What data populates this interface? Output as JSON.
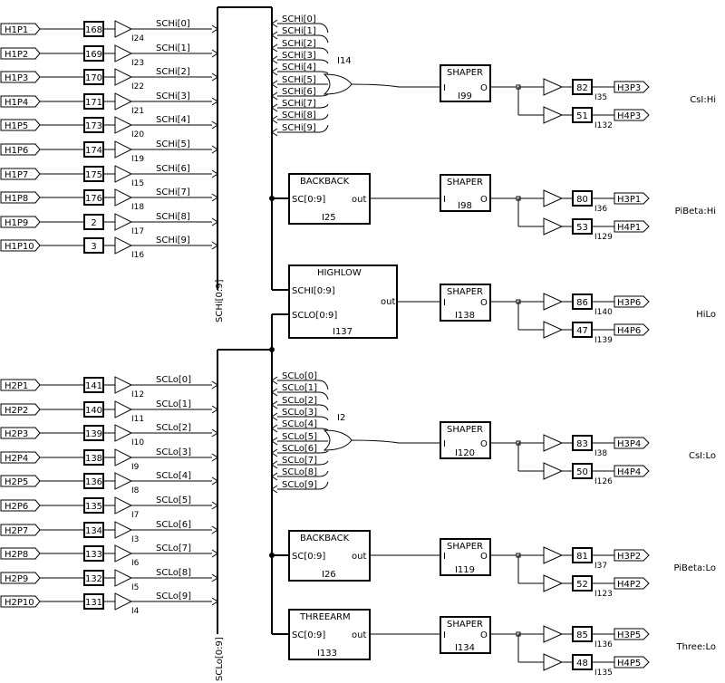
{
  "schematic": {
    "hi_inputs": [
      {
        "port": "H1P1",
        "num": "168",
        "inst": "I24",
        "net": "SCHi[0]"
      },
      {
        "port": "H1P2",
        "num": "169",
        "inst": "I23",
        "net": "SCHi[1]"
      },
      {
        "port": "H1P3",
        "num": "170",
        "inst": "I22",
        "net": "SCHi[2]"
      },
      {
        "port": "H1P4",
        "num": "171",
        "inst": "I21",
        "net": "SCHi[3]"
      },
      {
        "port": "H1P5",
        "num": "173",
        "inst": "I20",
        "net": "SCHi[4]"
      },
      {
        "port": "H1P6",
        "num": "174",
        "inst": "I19",
        "net": "SCHi[5]"
      },
      {
        "port": "H1P7",
        "num": "175",
        "inst": "I15",
        "net": "SCHi[6]"
      },
      {
        "port": "H1P8",
        "num": "176",
        "inst": "I18",
        "net": "SCHi[7]"
      },
      {
        "port": "H1P9",
        "num": "2",
        "inst": "I17",
        "net": "SCHi[8]"
      },
      {
        "port": "H1P10",
        "num": "3",
        "inst": "I16",
        "net": "SCHi[9]"
      }
    ],
    "lo_inputs": [
      {
        "port": "H2P1",
        "num": "141",
        "inst": "I12",
        "net": "SCLo[0]"
      },
      {
        "port": "H2P2",
        "num": "140",
        "inst": "I11",
        "net": "SCLo[1]"
      },
      {
        "port": "H2P3",
        "num": "139",
        "inst": "I10",
        "net": "SCLo[2]"
      },
      {
        "port": "H2P4",
        "num": "138",
        "inst": "I9",
        "net": "SCLo[3]"
      },
      {
        "port": "H2P5",
        "num": "136",
        "inst": "I8",
        "net": "SCLo[4]"
      },
      {
        "port": "H2P6",
        "num": "135",
        "inst": "I7",
        "net": "SCLo[5]"
      },
      {
        "port": "H2P7",
        "num": "134",
        "inst": "I3",
        "net": "SCLo[6]"
      },
      {
        "port": "H2P8",
        "num": "133",
        "inst": "I6",
        "net": "SCLo[7]"
      },
      {
        "port": "H2P9",
        "num": "132",
        "inst": "I5",
        "net": "SCLo[8]"
      },
      {
        "port": "H2P10",
        "num": "131",
        "inst": "I4",
        "net": "SCLo[9]"
      }
    ],
    "hi_bus_label": "SCHi[0:9]",
    "lo_bus_label": "SCLo[0:9]",
    "or_hi": {
      "inst": "I14",
      "nets": [
        "SCHi[0]",
        "SCHi[1]",
        "SCHi[2]",
        "SCHi[3]",
        "SCHi[4]",
        "SCHi[5]",
        "SCHi[6]",
        "SCHi[7]",
        "SCHi[8]",
        "SCHi[9]"
      ]
    },
    "or_lo": {
      "inst": "I2",
      "nets": [
        "SCLo[0]",
        "SCLo[1]",
        "SCLo[2]",
        "SCLo[3]",
        "SCLo[4]",
        "SCLo[5]",
        "SCLo[6]",
        "SCLo[7]",
        "SCLo[8]",
        "SCLo[9]"
      ]
    },
    "backback_hi": {
      "title": "BACKBACK",
      "pin_in": "SC[0:9]",
      "pin_out": "out",
      "inst": "I25"
    },
    "highlow": {
      "title": "HIGHLOW",
      "pin_in1": "SCHI[0:9]",
      "pin_in2": "SCLO[0:9]",
      "pin_out": "out",
      "inst": "I137"
    },
    "backback_lo": {
      "title": "BACKBACK",
      "pin_in": "SC[0:9]",
      "pin_out": "out",
      "inst": "I26"
    },
    "threearm": {
      "title": "THREEARM",
      "pin_in": "SC[0:9]",
      "pin_out": "out",
      "inst": "I133"
    },
    "shaper_title": "SHAPER",
    "shaper_pin_in": "I",
    "shaper_pin_out": "O",
    "outputs": [
      {
        "shaper": "I99",
        "signal": "CsI:Hi",
        "n1": "82",
        "i1": "I35",
        "p1": "H3P3",
        "n2": "51",
        "i2": "I132",
        "p2": "H4P3"
      },
      {
        "shaper": "I98",
        "signal": "PiBeta:Hi",
        "n1": "80",
        "i1": "I36",
        "p1": "H3P1",
        "n2": "53",
        "i2": "I129",
        "p2": "H4P1"
      },
      {
        "shaper": "I138",
        "signal": "HiLo",
        "n1": "86",
        "i1": "I140",
        "p1": "H3P6",
        "n2": "47",
        "i2": "I139",
        "p2": "H4P6"
      },
      {
        "shaper": "I120",
        "signal": "CsI:Lo",
        "n1": "83",
        "i1": "I38",
        "p1": "H3P4",
        "n2": "50",
        "i2": "I126",
        "p2": "H4P4"
      },
      {
        "shaper": "I119",
        "signal": "PiBeta:Lo",
        "n1": "81",
        "i1": "I37",
        "p1": "H3P2",
        "n2": "52",
        "i2": "I123",
        "p2": "H4P2"
      },
      {
        "shaper": "I134",
        "signal": "Three:Lo",
        "n1": "85",
        "i1": "I136",
        "p1": "H3P5",
        "n2": "48",
        "i2": "I135",
        "p2": "H4P5"
      }
    ]
  }
}
